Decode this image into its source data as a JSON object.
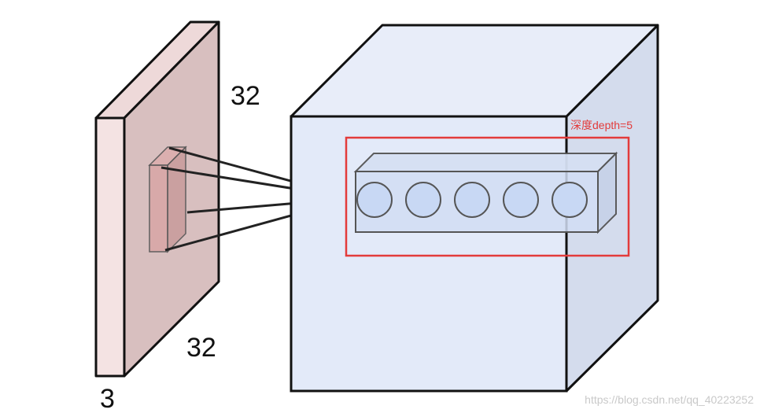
{
  "labels": {
    "input_height": "32",
    "input_width": "32",
    "input_depth": "3",
    "depth_annotation": "深度depth=5",
    "watermark": "https://blog.csdn.net/qq_40223252"
  },
  "neurons": {
    "count": 5
  },
  "colors": {
    "input_volume": "#d8bfbf",
    "receptive_field": "#cf9f9f",
    "output_volume": "#e7eefb",
    "neuron_fill": "#c8d8f4",
    "highlight_box": "#e33b3b",
    "annotation_text": "#e33b3b",
    "stroke": "#111111"
  }
}
